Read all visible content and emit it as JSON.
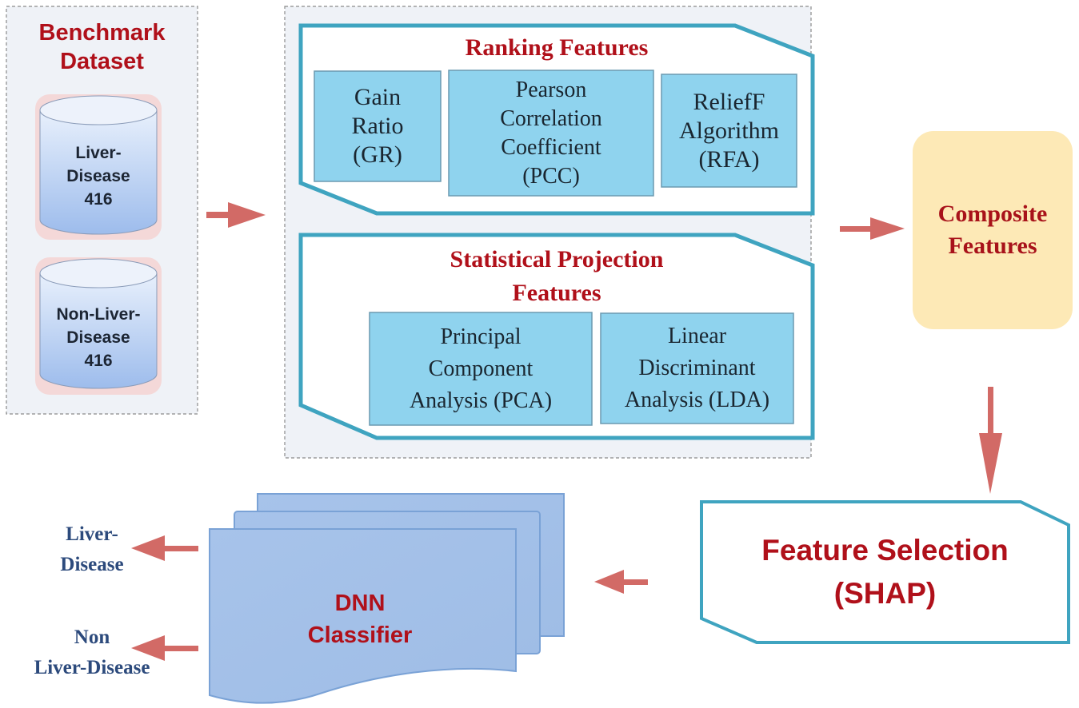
{
  "benchmark": {
    "title": "Benchmark\nDataset",
    "datasets": [
      {
        "label": "Liver-\nDisease\n416"
      },
      {
        "label": "Non-Liver-\nDisease\n416"
      }
    ]
  },
  "ranking": {
    "title": "Ranking Features",
    "methods": [
      {
        "label": "Gain\nRatio\n(GR)"
      },
      {
        "label": "Pearson\nCorrelation\nCoefficient\n(PCC)"
      },
      {
        "label": "ReliefF\nAlgorithm\n(RFA)"
      }
    ]
  },
  "projection": {
    "title": "Statistical Projection\nFeatures",
    "methods": [
      {
        "label": "Principal\nComponent\nAnalysis (PCA)"
      },
      {
        "label": "Linear\nDiscriminant\nAnalysis (LDA)"
      }
    ]
  },
  "composite": {
    "label": "Composite\nFeatures"
  },
  "feature_selection": {
    "label": "Feature Selection\n(SHAP)"
  },
  "classifier": {
    "label": "DNN\nClassifier"
  },
  "outputs": [
    {
      "label": "Liver-\nDisease"
    },
    {
      "label": "Non\nLiver-Disease"
    }
  ],
  "colors": {
    "title_red": "#b0101a",
    "teal_border": "#3fa4c0",
    "method_fill": "#8fd3ee",
    "composite_fill": "#fde9b6",
    "doc_fill": "#a9c6ea",
    "arrow": "#d26a66",
    "output_text": "#2c4a7c"
  }
}
